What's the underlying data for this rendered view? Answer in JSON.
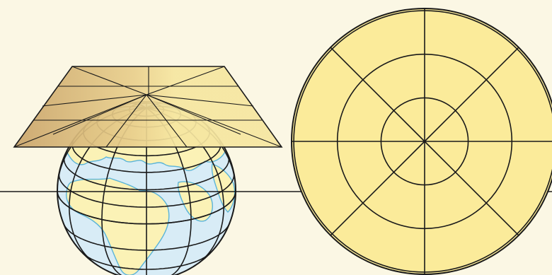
{
  "figure": {
    "background_color": "#fbf7e4",
    "globe": {
      "ocean_color": "#d8ecf6",
      "land_color": "#fbf2b6",
      "coast_color": "#5ab4d8",
      "graticule_color": "#1a1a1a",
      "parallels_count": 8,
      "meridians_count": 12
    },
    "projection_plane": {
      "fill_color": "#f6e6a0",
      "shadow_color": "#c9a46a",
      "shape": "trapezoid-in-perspective"
    },
    "polar_projection": {
      "fill_color": "#fbeb9a",
      "ring_count": 3,
      "ray_count": 8,
      "line_color": "#1a1a1a"
    },
    "horizon_line_color": "#1a1a1a"
  }
}
